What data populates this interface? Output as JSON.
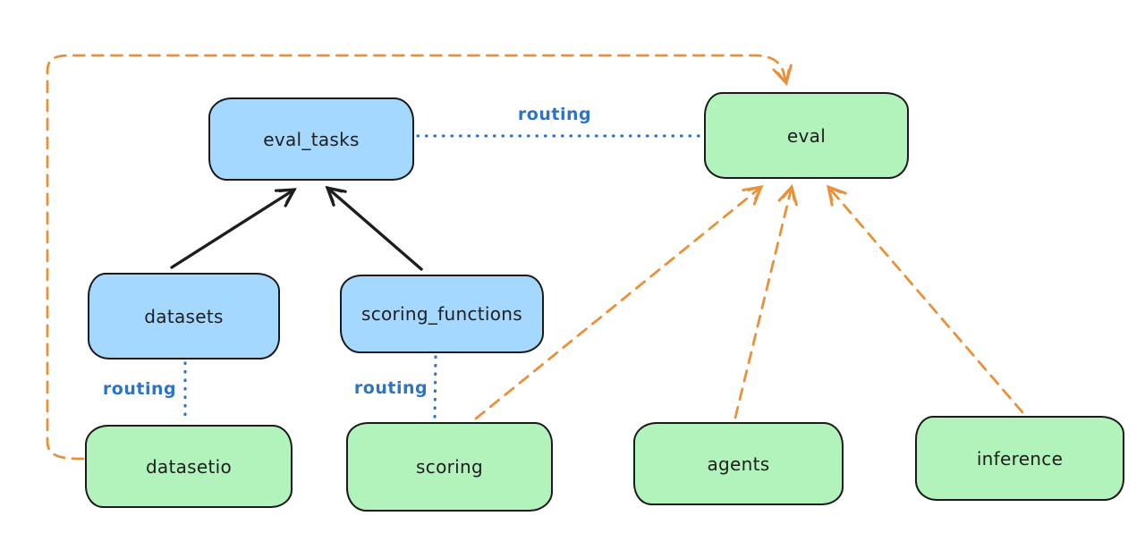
{
  "diagram": {
    "background": "#ffffff",
    "colors": {
      "api_fill_blue": "#a5d8ff",
      "provider_fill_green": "#b2f2bb",
      "node_stroke": "#1b1b1b",
      "routing_blue": "#2e74c4",
      "dashed_orange": "#e8913a",
      "solid_black": "#1e1e1e"
    },
    "nodes": {
      "eval_tasks": {
        "label": "eval_tasks",
        "fill": "blue"
      },
      "eval": {
        "label": "eval",
        "fill": "green"
      },
      "datasets": {
        "label": "datasets",
        "fill": "blue"
      },
      "scoring_functions": {
        "label": "scoring_functions",
        "fill": "blue"
      },
      "datasetio": {
        "label": "datasetio",
        "fill": "green"
      },
      "scoring": {
        "label": "scoring",
        "fill": "green"
      },
      "agents": {
        "label": "agents",
        "fill": "green"
      },
      "inference": {
        "label": "inference",
        "fill": "green"
      }
    },
    "edge_labels": {
      "routing_top": "routing",
      "routing_datasets": "routing",
      "routing_scoring": "routing"
    },
    "edges": [
      {
        "from": "datasets",
        "to": "eval_tasks",
        "style": "solid-black-arrow"
      },
      {
        "from": "scoring_functions",
        "to": "eval_tasks",
        "style": "solid-black-arrow"
      },
      {
        "from": "eval_tasks",
        "to": "eval",
        "style": "dotted-blue",
        "label": "routing"
      },
      {
        "from": "datasets",
        "to": "datasetio",
        "style": "dotted-blue",
        "label": "routing"
      },
      {
        "from": "scoring_functions",
        "to": "scoring",
        "style": "dotted-blue",
        "label": "routing"
      },
      {
        "from": "scoring",
        "to": "eval",
        "style": "dashed-orange-arrow"
      },
      {
        "from": "agents",
        "to": "eval",
        "style": "dashed-orange-arrow"
      },
      {
        "from": "inference",
        "to": "eval",
        "style": "dashed-orange-arrow"
      },
      {
        "from": "datasetio",
        "to": "eval",
        "style": "dashed-orange-arrow-loop-left-top"
      }
    ]
  }
}
